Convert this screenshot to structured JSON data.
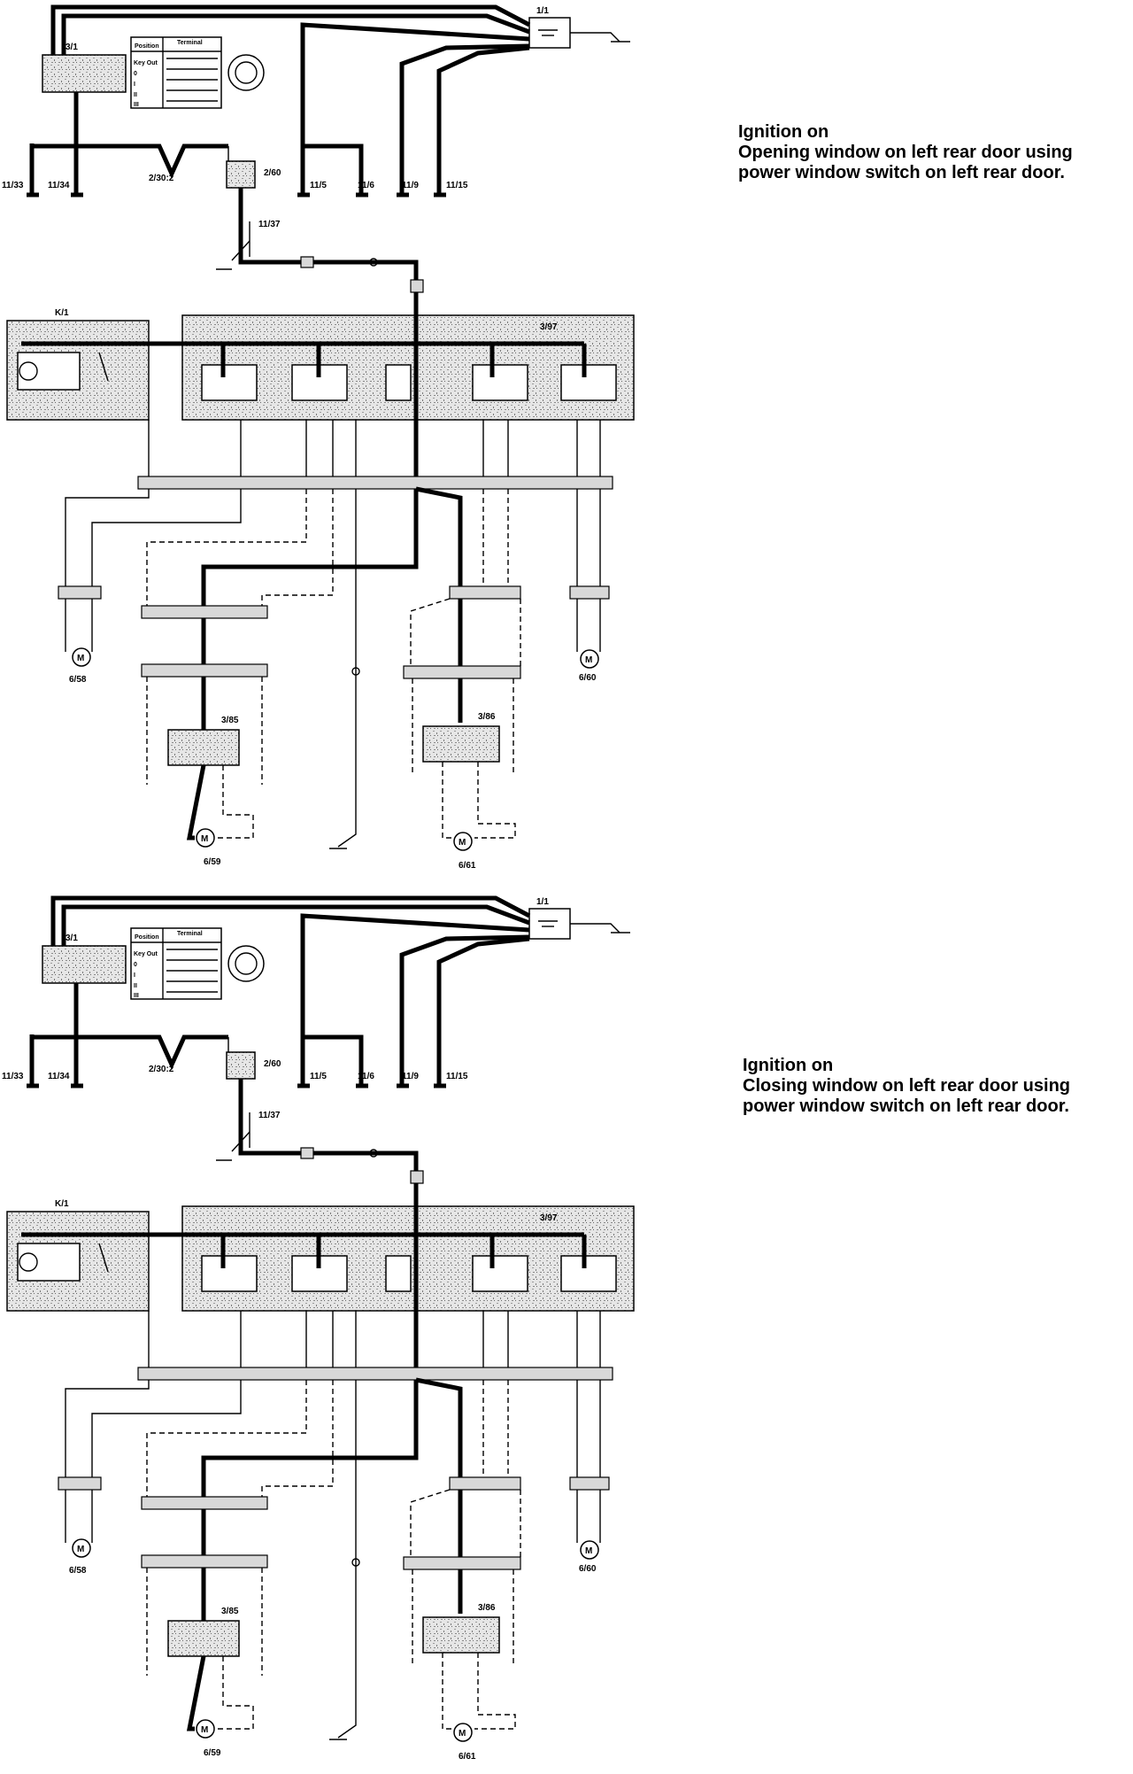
{
  "diagrams": [
    {
      "caption": [
        "Ignition on",
        "Opening window on left rear door using",
        "power window switch on left rear door."
      ],
      "labels": {
        "battery": "1/1",
        "ignition_switch": "3/1",
        "terminal_table_header": "Terminal",
        "terminal_table_position": "Position",
        "terminal_table_rows": [
          "Key Out",
          "0",
          "I",
          "II",
          "III"
        ],
        "ground_11_33": "11/33",
        "ground_11_34": "11/34",
        "splice_2_30_2": "2/30:2",
        "fuse_2_60": "2/60",
        "ground_11_5": "11/5",
        "ground_11_6": "11/6",
        "ground_11_9": "11/9",
        "ground_11_15": "11/15",
        "ground_11_37": "11/37",
        "relay_k1": "K/1",
        "control_module": "3/97",
        "switch_3_85": "3/85",
        "switch_3_86": "3/86",
        "motor_6_58": "6/58",
        "motor_6_59": "6/59",
        "motor_6_60": "6/60",
        "motor_6_61": "6/61",
        "motor_symbol": "M"
      }
    },
    {
      "caption": [
        "Ignition on",
        "Closing window on left rear door using",
        "power window switch on left rear door."
      ],
      "labels": {
        "battery": "1/1",
        "ignition_switch": "3/1",
        "terminal_table_header": "Terminal",
        "terminal_table_position": "Position",
        "terminal_table_rows": [
          "Key Out",
          "0",
          "I",
          "II",
          "III"
        ],
        "ground_11_33": "11/33",
        "ground_11_34": "11/34",
        "splice_2_30_2": "2/30:2",
        "fuse_2_60": "2/60",
        "ground_11_5": "11/5",
        "ground_11_6": "11/6",
        "ground_11_9": "11/9",
        "ground_11_15": "11/15",
        "ground_11_37": "11/37",
        "relay_k1": "K/1",
        "control_module": "3/97",
        "switch_3_85": "3/85",
        "switch_3_86": "3/86",
        "motor_6_58": "6/58",
        "motor_6_59": "6/59",
        "motor_6_60": "6/60",
        "motor_6_61": "6/61",
        "motor_symbol": "M"
      }
    }
  ]
}
